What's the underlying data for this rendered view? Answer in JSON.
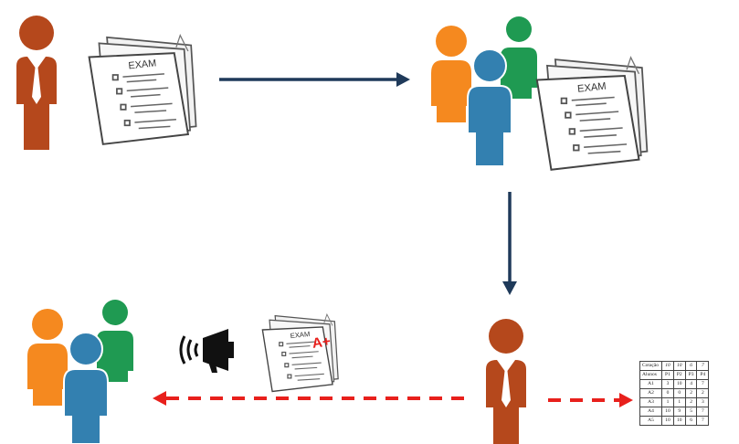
{
  "colors": {
    "teacher": "#b5481c",
    "student_orange": "#f5891f",
    "student_green": "#1f9a52",
    "student_blue": "#3380b0",
    "flow_arrow": "#1f3a5a",
    "feedback_arrow": "#e8201c",
    "grade_mark": "#e8201c"
  },
  "exam_sheets": {
    "title": "EXAM"
  },
  "icons": {
    "teacher": "person-with-tie-icon",
    "students": "group-of-people-icon",
    "exam": "exam-papers-icon",
    "graded_exam": "graded-exam-paper-icon",
    "announce": "megaphone-icon"
  },
  "graded_exam": {
    "grade": "A+"
  },
  "grade_table": {
    "weights_row": [
      "Cotação",
      "10",
      "10",
      "6",
      "7"
    ],
    "header_row": [
      "Alunos",
      "P1",
      "P2",
      "P3",
      "P4"
    ],
    "rows": [
      [
        "A1",
        "3",
        "10",
        "4",
        "7"
      ],
      [
        "A2",
        "0",
        "0",
        "2",
        "2"
      ],
      [
        "A3",
        "1",
        "1",
        "2",
        "3"
      ],
      [
        "A4",
        "10",
        "9",
        "5",
        "7"
      ],
      [
        "A5",
        "10",
        "10",
        "6",
        "7"
      ]
    ]
  }
}
